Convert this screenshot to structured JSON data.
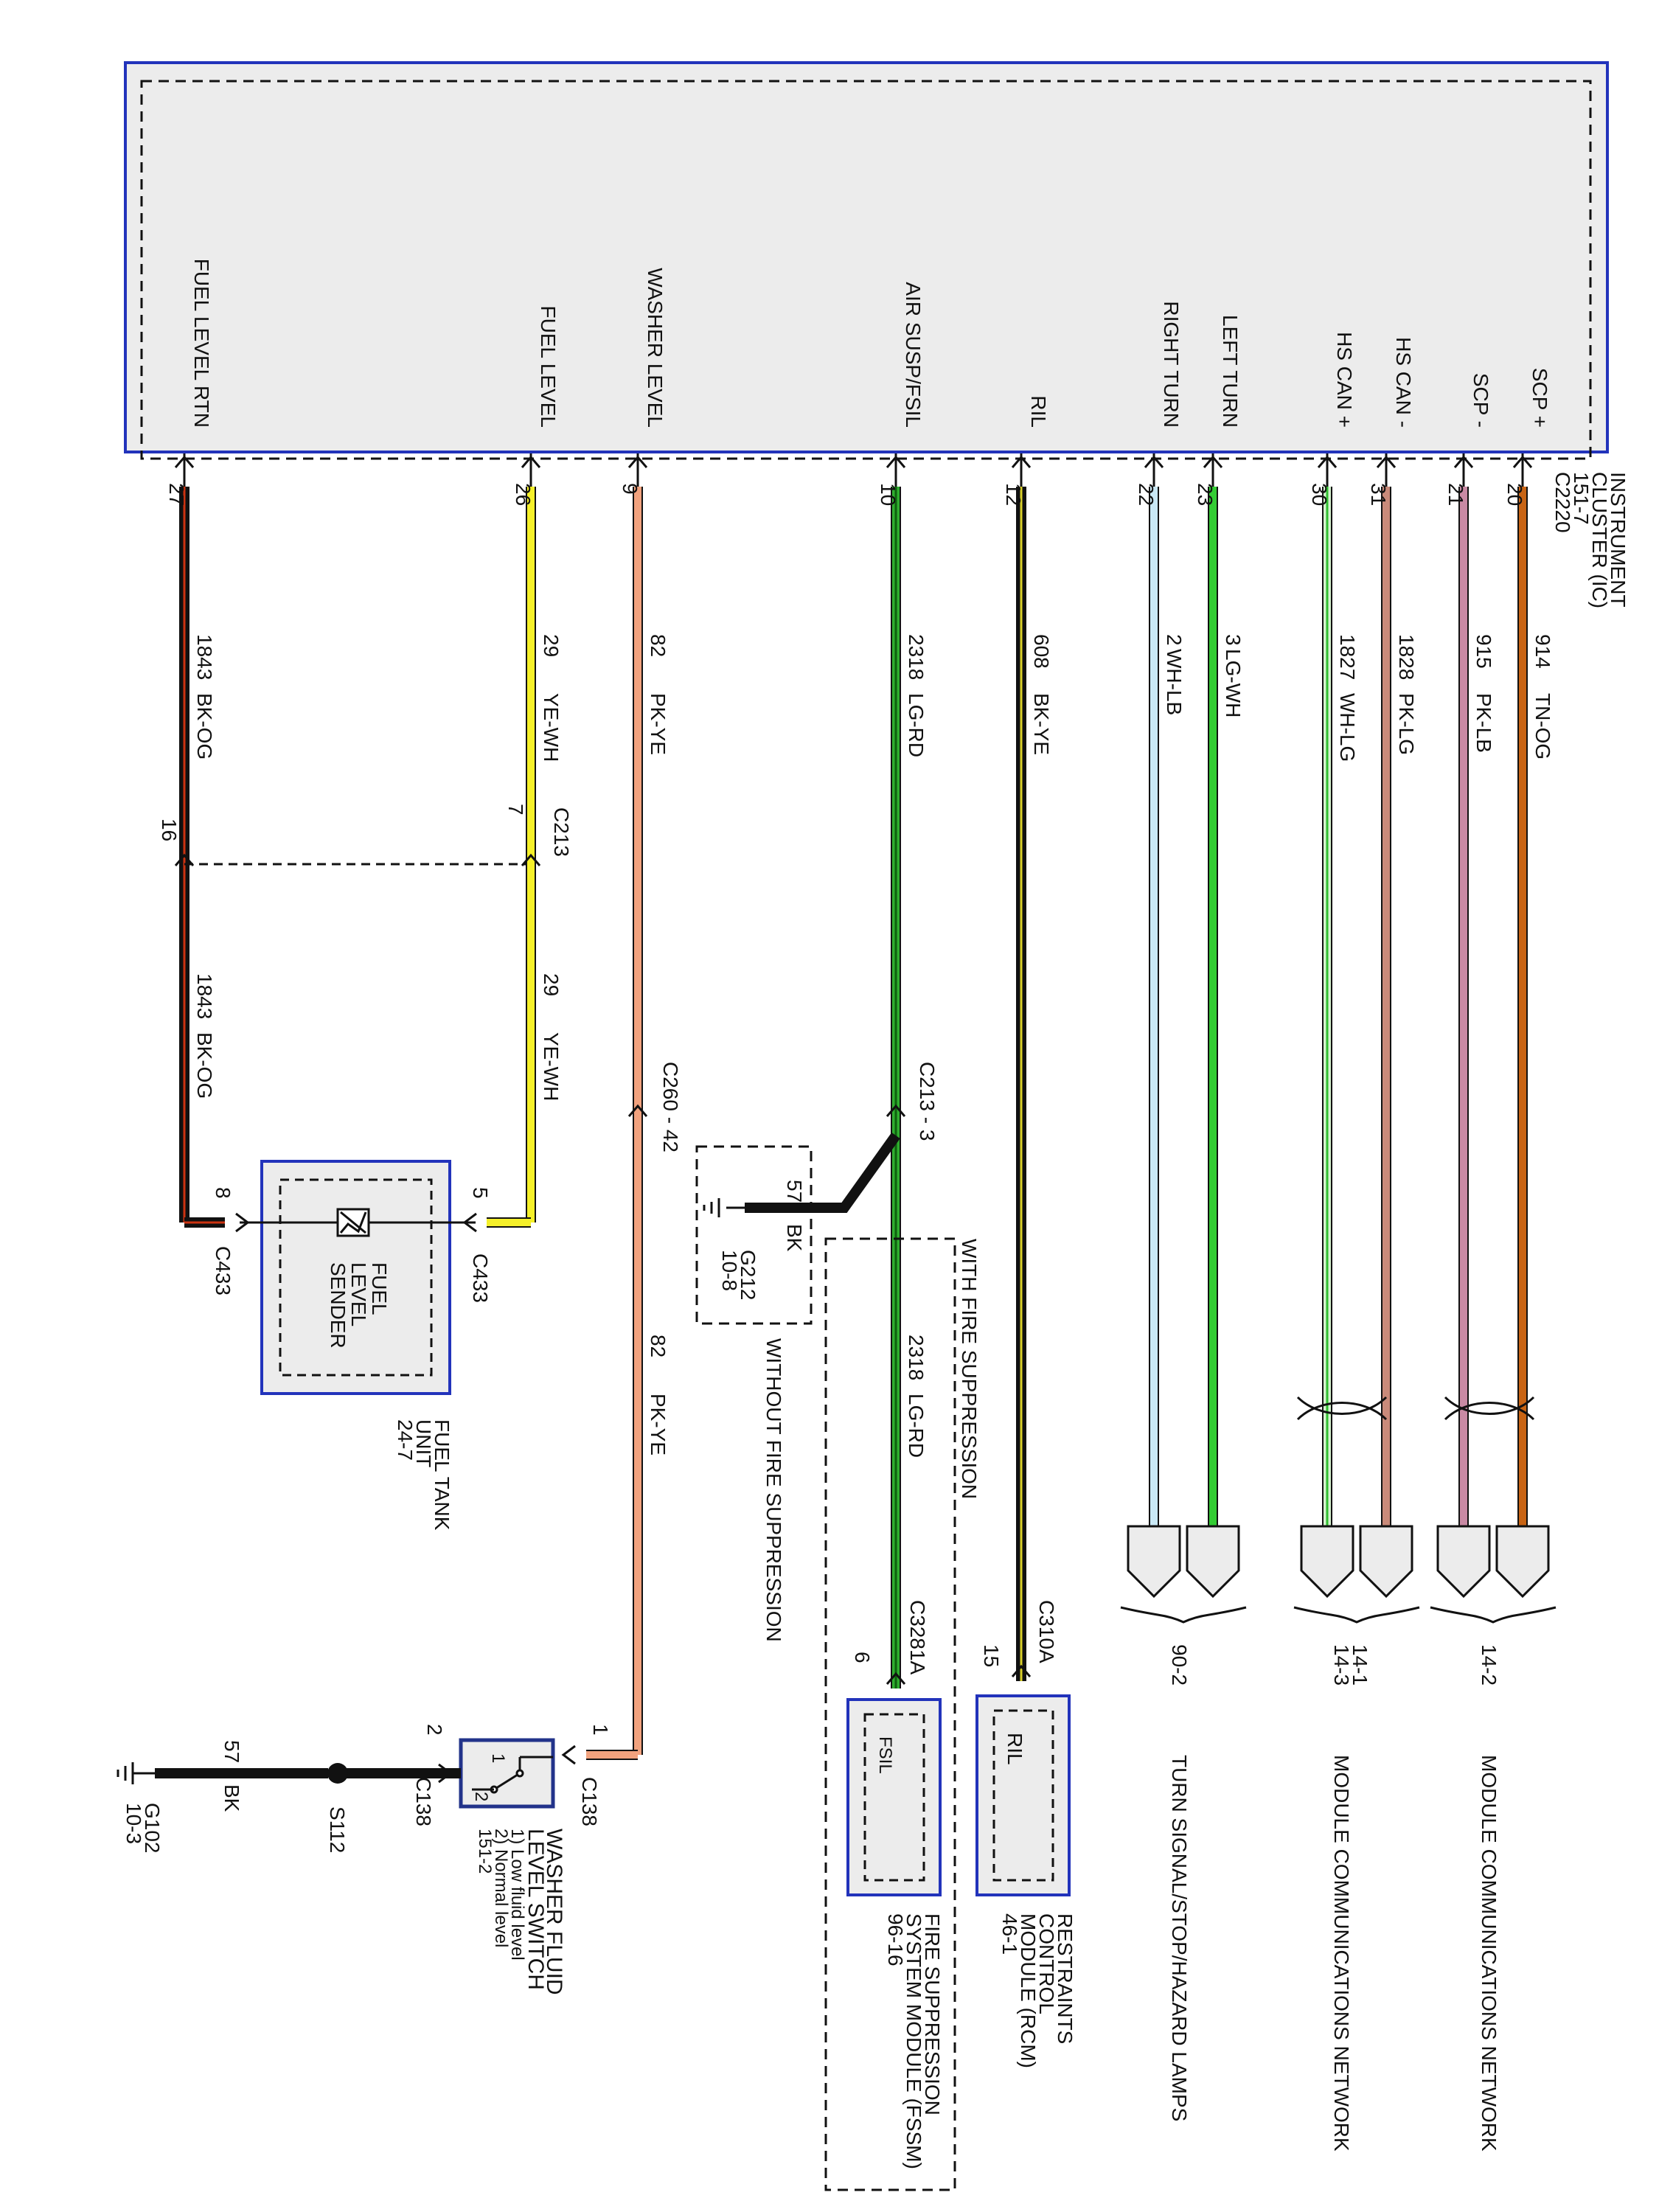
{
  "colors": {
    "module_border": "#2233bb",
    "module_fill": "#ececec",
    "wire_black": "#111111",
    "TN-OG": "#c86414",
    "PK-LB": "#c98aa4",
    "PK-LG": "#c98a7a",
    "WH-LG": "#d6f2cf",
    "WH-LG_stripe": "#2fbf2f",
    "LG-WH": "#33cc33",
    "WH-LB": "#c9e8f5",
    "BK-YE": "#111111",
    "BK-YE_stripe": "#d9d02a",
    "LG-RD": "#2fae2f",
    "LG-RD_stripe": "#0f5f0f",
    "PK-YE": "#f1a27e",
    "YE-WH": "#f5f02a",
    "BK-OG": "#111111",
    "BK-OG_stripe": "#cc3311",
    "BK": "#111111"
  },
  "instrument_cluster": {
    "title_lines": [
      "INSTRUMENT",
      "CLUSTER (IC)",
      "151-7"
    ],
    "connector": "C2220"
  },
  "circuits": [
    {
      "id": "scp-plus",
      "signal": "SCP +",
      "pin": "20",
      "wire": "914",
      "color": "TN-OG"
    },
    {
      "id": "scp-minus",
      "signal": "SCP -",
      "pin": "21",
      "wire": "915",
      "color": "PK-LB"
    },
    {
      "id": "hscan-minus",
      "signal": "HS CAN -",
      "pin": "31",
      "wire": "1828",
      "color": "PK-LG"
    },
    {
      "id": "hscan-plus",
      "signal": "HS CAN +",
      "pin": "30",
      "wire": "1827",
      "color": "WH-LG"
    },
    {
      "id": "left-turn",
      "signal": "LEFT TURN",
      "pin": "23",
      "wire": "3",
      "color": "LG-WH"
    },
    {
      "id": "right-turn",
      "signal": "RIGHT TURN",
      "pin": "22",
      "wire": "2",
      "color": "WH-LB"
    },
    {
      "id": "ril",
      "signal": "RIL",
      "pin": "12",
      "wire": "608",
      "color": "BK-YE"
    },
    {
      "id": "air-susp",
      "signal": "AIR SUSP/FSIL",
      "pin": "10",
      "wire": "2318",
      "color": "LG-RD"
    },
    {
      "id": "washer",
      "signal": "WASHER LEVEL",
      "pin": "9",
      "wire": "82",
      "color": "PK-YE"
    },
    {
      "id": "fuel-level",
      "signal": "FUEL LEVEL",
      "pin": "26",
      "wire": "29",
      "color": "YE-WH"
    },
    {
      "id": "fuel-rtn",
      "signal": "FUEL LEVEL RTN",
      "pin": "27",
      "wire": "1843",
      "color": "BK-OG"
    }
  ],
  "networks": {
    "scp": {
      "label": "MODULE COMMUNICATIONS NETWORK",
      "ref": "14-2"
    },
    "hscan": {
      "label": "MODULE COMMUNICATIONS NETWORK",
      "ref_lines": [
        "14-1",
        "14-3"
      ]
    },
    "turn": {
      "label": "TURN SIGNAL/STOP/HAZARD LAMPS",
      "ref": "90-2"
    }
  },
  "rcm": {
    "inner_label": "RIL",
    "connector": "C310A",
    "pin": "15",
    "title_lines": [
      "RESTRAINTS",
      "CONTROL",
      "MODULE (RCM)",
      "46-1"
    ]
  },
  "fssm": {
    "inner_label": "FSIL",
    "connector": "C3281A",
    "pin": "6",
    "title_lines": [
      "FIRE SUPPRESSION",
      "SYSTEM MODULE (FSSM)",
      "96-16"
    ],
    "with_label": "WITH FIRE SUPPRESSION",
    "without_label": "WITHOUT FIRE SUPPRESSION"
  },
  "ground_g212": {
    "wire": "57",
    "color": "BK",
    "name": "G212",
    "ref": "10-8",
    "splice_connector": "C213 - 3"
  },
  "washer_inline": {
    "connector": "C260 - 42"
  },
  "fuel_inline": {
    "connector": "C213",
    "pin_top": "7",
    "pin_bottom": "16"
  },
  "fuel_sender": {
    "inner_lines": [
      "FUEL",
      "LEVEL",
      "SENDER"
    ],
    "connector": "C433",
    "pin_level": "5",
    "pin_rtn": "8",
    "title_lines": [
      "FUEL TANK",
      "UNIT",
      "24-7"
    ]
  },
  "washer_switch": {
    "connector": "C138",
    "pin_in": "1",
    "pin_out": "2",
    "switch_pos_1": "1",
    "switch_pos_2": "2",
    "title_lines": [
      "WASHER FLUID",
      "LEVEL SWITCH",
      "1) Low fluid level",
      "2) Normal level",
      "151-2"
    ]
  },
  "ground_g102": {
    "wire": "57",
    "color": "BK",
    "splice": "S112",
    "name": "G102",
    "ref": "10-3"
  }
}
